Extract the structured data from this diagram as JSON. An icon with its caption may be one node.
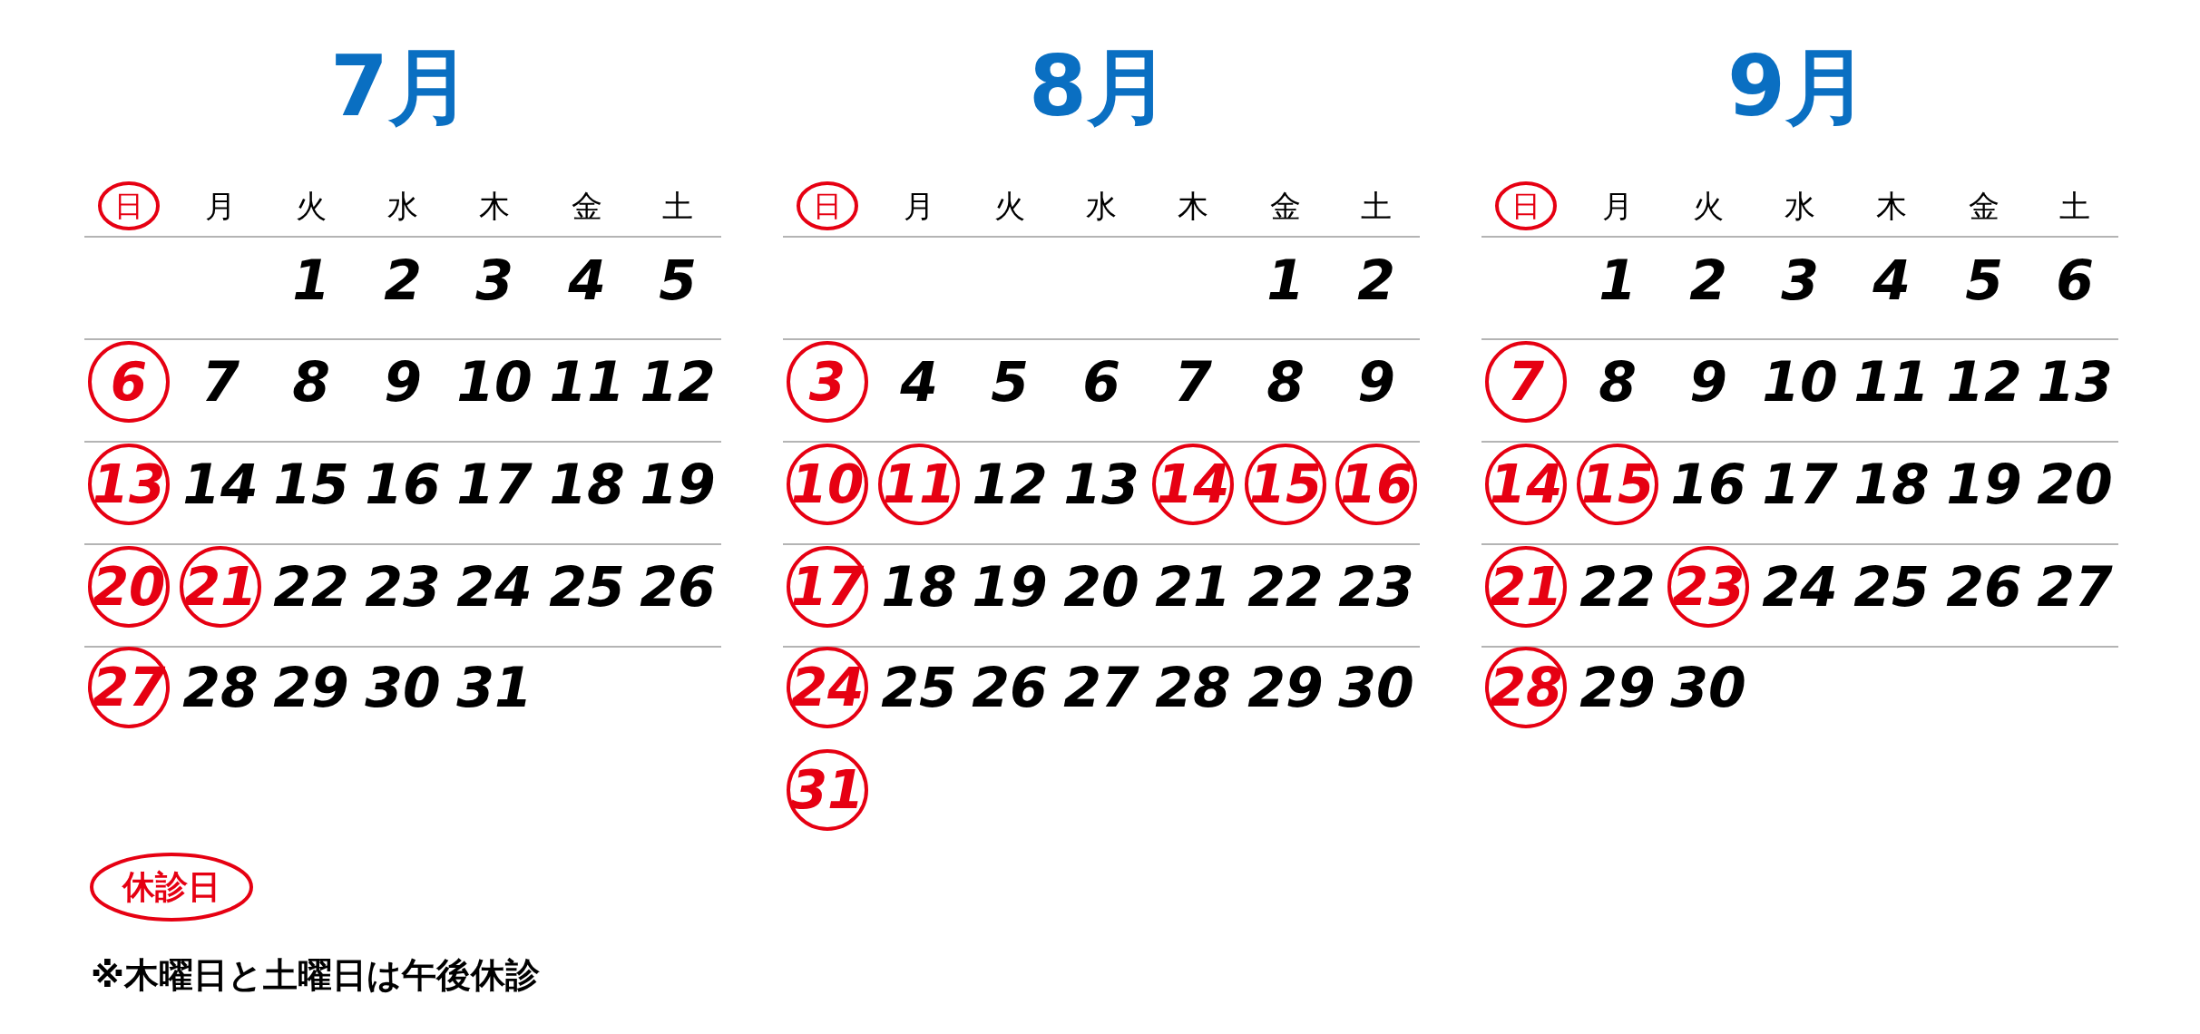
{
  "diagram": {
    "nodes": [
      {
        "text": [
          "日"
        ]
      },
      {
        "text": [
          "6"
        ]
      },
      {
        "text": [
          "13"
        ]
      },
      {
        "text": [
          "20"
        ]
      },
      {
        "text": [
          "21"
        ]
      },
      {
        "text": [
          "27"
        ]
      },
      {
        "text": [
          "日"
        ]
      },
      {
        "text": [
          "3"
        ]
      },
      {
        "text": [
          "10"
        ]
      },
      {
        "text": [
          "11"
        ]
      },
      {
        "text": [
          "14"
        ]
      },
      {
        "text": [
          "15"
        ]
      },
      {
        "text": [
          "16"
        ]
      },
      {
        "text": [
          "17"
        ]
      },
      {
        "text": [
          "24"
        ]
      },
      {
        "text": [
          "31"
        ]
      },
      {
        "text": [
          "日"
        ]
      },
      {
        "text": [
          "7"
        ]
      },
      {
        "text": [
          "14"
        ]
      },
      {
        "text": [
          "15"
        ]
      },
      {
        "text": [
          "21"
        ]
      },
      {
        "text": [
          "23"
        ]
      },
      {
        "text": [
          "28"
        ]
      },
      {
        "text": [
          "休診日"
        ]
      }
    ],
    "labels": [
      "7月",
      "8月",
      "9月",
      "月",
      "火",
      "水",
      "木",
      "金",
      "土",
      "1",
      "2",
      "3",
      "4",
      "5",
      "7",
      "8",
      "9",
      "10",
      "11",
      "12",
      "14",
      "15",
      "16",
      "17",
      "18",
      "19",
      "22",
      "23",
      "24",
      "25",
      "26",
      "28",
      "29",
      "30",
      "31",
      "月",
      "火",
      "水",
      "木",
      "金",
      "土",
      "1",
      "2",
      "4",
      "5",
      "6",
      "7",
      "8",
      "9",
      "12",
      "13",
      "18",
      "19",
      "20",
      "21",
      "22",
      "23",
      "25",
      "26",
      "27",
      "28",
      "29",
      "30",
      "月",
      "火",
      "水",
      "木",
      "金",
      "土",
      "1",
      "2",
      "3",
      "4",
      "5",
      "6",
      "8",
      "9",
      "10",
      "11",
      "12",
      "13",
      "16",
      "17",
      "18",
      "19",
      "20",
      "22",
      "24",
      "25",
      "26",
      "27",
      "29",
      "30",
      "※木曜日と土曜日は午後休診"
    ]
  }
}
